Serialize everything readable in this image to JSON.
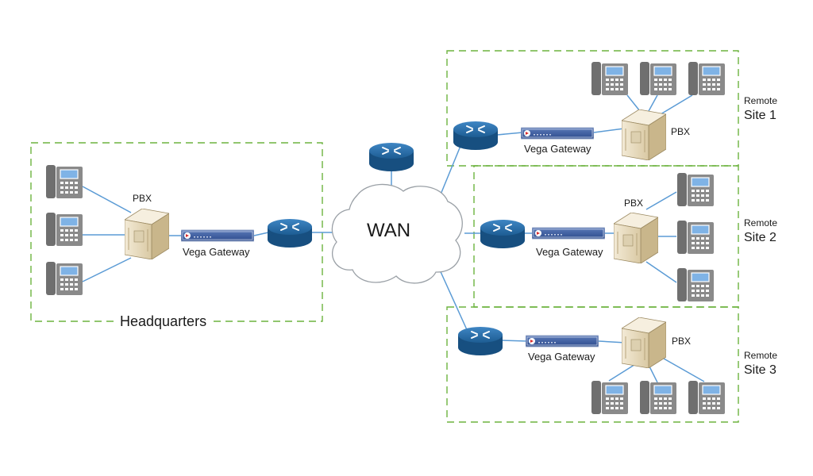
{
  "wan": {
    "label": "WAN"
  },
  "headquarters": {
    "label": "Headquarters",
    "pbx_label": "PBX",
    "gateway_label": "Vega Gateway"
  },
  "remote_sites": [
    {
      "label_line1": "Remote",
      "label_line2": "Site 1",
      "pbx_label": "PBX",
      "gateway_label": "Vega Gateway"
    },
    {
      "label_line1": "Remote",
      "label_line2": "Site 2",
      "pbx_label": "PBX",
      "gateway_label": "Vega Gateway"
    },
    {
      "label_line1": "Remote",
      "label_line2": "Site 3",
      "pbx_label": "PBX",
      "gateway_label": "Vega Gateway"
    }
  ],
  "colors": {
    "link": "#5b9bd5",
    "site_border": "#6db33f",
    "router": "#1f5f93",
    "phone": "#7a7a7a",
    "pbx": "#e8dcc0"
  },
  "icons": [
    "router-icon",
    "cloud-icon",
    "pbx-server-icon",
    "gateway-icon",
    "phone-icon"
  ]
}
